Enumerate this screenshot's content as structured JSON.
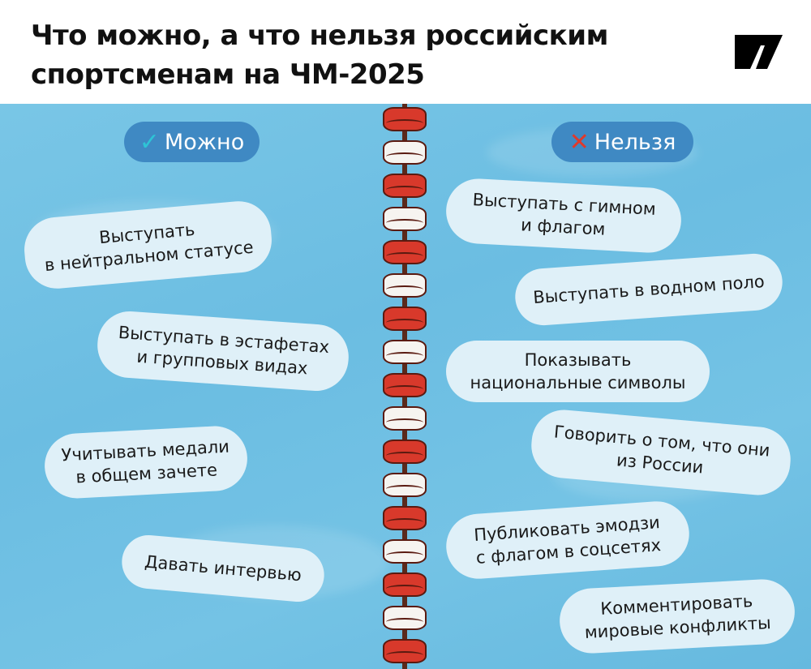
{
  "title": "Что можно, а что нельзя российским спортсменам на ЧМ-2025",
  "logo": "logo",
  "colors": {
    "pool": "#6bbde2",
    "badge": "#3f89c3",
    "check": "#2ec4d6",
    "cross": "#e0392b",
    "float_red": "#d8392b"
  },
  "allowed": {
    "label": "Можно",
    "icon": "check-icon",
    "items": [
      {
        "l1": "Выступать",
        "l2": "в нейтральном статусе"
      },
      {
        "l1": "Выступать в эстафетах",
        "l2": "и групповых видах"
      },
      {
        "l1": "Учитывать медали",
        "l2": "в общем зачете"
      },
      {
        "l1": "Давать интервью",
        "l2": ""
      }
    ]
  },
  "forbidden": {
    "label": "Нельзя",
    "icon": "cross-icon",
    "items": [
      {
        "l1": "Выступать с гимном",
        "l2": "и флагом"
      },
      {
        "l1": "Выступать в водном поло",
        "l2": ""
      },
      {
        "l1": "Показывать",
        "l2": "национальные символы"
      },
      {
        "l1": "Говорить о том, что они",
        "l2": "из России"
      },
      {
        "l1": "Публиковать эмодзи",
        "l2": "с флагом в соцсетях"
      },
      {
        "l1": "Комментировать",
        "l2": "мировые конфликты"
      }
    ]
  }
}
